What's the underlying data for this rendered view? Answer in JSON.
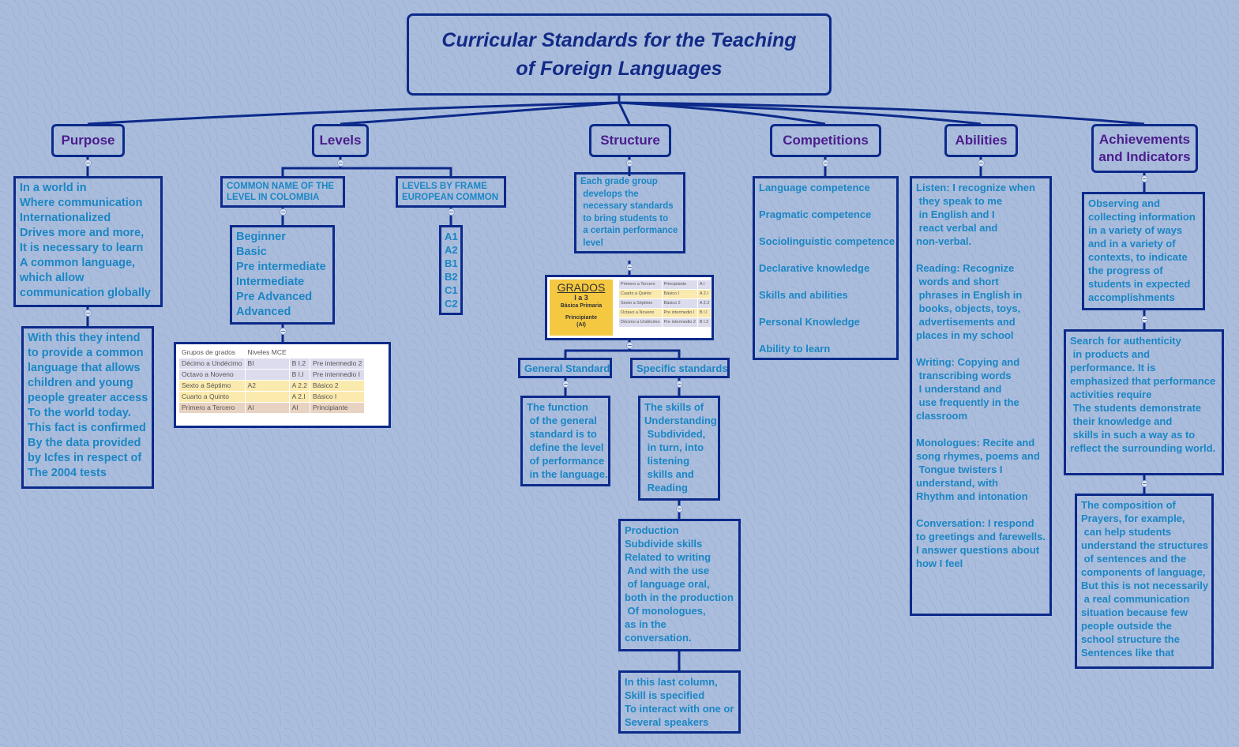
{
  "title": "Curricular Standards for the Teaching\nof Foreign Languages",
  "colors": {
    "border": "#0c2a8a",
    "heading": "#4b1d8c",
    "text": "#1a86c4",
    "background": "#a9bcdc"
  },
  "purpose": {
    "label": "Purpose",
    "text1": "In a world in\nWhere communication\nInternationalized\nDrives more and more,\nIt is necessary to learn\nA common language,\nwhich allow\ncommunication globally",
    "text2": "With this they intend\nto provide a common\nlanguage that allows\nchildren and young\npeople greater access\nTo the world today.\nThis fact is confirmed\nBy the data provided\nby Icfes in respect of\nThe 2004 tests"
  },
  "levels": {
    "label": "Levels",
    "common_name": "COMMON NAME OF THE\nLEVEL IN COLOMBIA",
    "frame": "LEVELS BY FRAME\nEUROPEAN COMMON",
    "colombia_levels": "Beginner\nBasic\nPre intermediate\nIntermediate\nPre Advanced\nAdvanced",
    "european_levels": "A1\nA2\nB1\nB2\nC1\nC2",
    "table": {
      "header": [
        "Grupos de grados",
        "Niveles MCE"
      ],
      "rows": [
        {
          "grade": "Décimo a Undécimo",
          "mce": "BI",
          "sub": "B I.2",
          "name": "Pre intermedio 2"
        },
        {
          "grade": "Octavo a Noveno",
          "mce": "",
          "sub": "B I.I",
          "name": "Pre intermedio I"
        },
        {
          "grade": "Sexto a Séptimo",
          "mce": "A2",
          "sub": "A 2.2",
          "name": "Básico 2"
        },
        {
          "grade": "Cuarto a Quinto",
          "mce": "",
          "sub": "A 2.I",
          "name": "Básico I"
        },
        {
          "grade": "Primero a Tercero",
          "mce": "AI",
          "sub": "AI",
          "name": "Principiante"
        }
      ]
    }
  },
  "structure": {
    "label": "Structure",
    "text": "Each grade group\n develops the\n necessary standards\n to bring students to\n a certain performance\n level",
    "grados": {
      "title": "GRADOS",
      "range": "I a 3",
      "cycle": "Básica Primaria",
      "level": "Principiante\n(AI)",
      "rows": [
        [
          "Primero a Tercero",
          "Principiante",
          "A I"
        ],
        [
          "Cuarto a Quinto",
          "Básico I",
          "A 2.I"
        ],
        [
          "Sexto a Séptimo",
          "Básico 2",
          "A 2.2"
        ],
        [
          "Octavo a Noveno",
          "Pre intermedio I",
          "B I.I"
        ],
        [
          "Décimo a Undécimo",
          "Pre intermedio 2",
          "B I.2"
        ]
      ]
    },
    "general_label": "General Standard",
    "specific_label": "Specific standards",
    "general_text": "The function\n of the general\n standard is to\n define the level\n of performance\n in the language.",
    "skills_text": "The skills of\nUnderstanding\n Subdivided,\n in turn, into\n listening\n skills and\n Reading",
    "production_text": "Production\nSubdivide skills\nRelated to writing\n And with the use\n of language oral,\nboth in the production\n Of monologues,\nas in the\nconversation.",
    "last_text": "In this last column,\nSkill is specified\nTo interact with one or\nSeveral speakers"
  },
  "competitions": {
    "label": "Competitions",
    "text": "Language competence\n\nPragmatic competence\n\nSociolinguistic competence\n\nDeclarative knowledge\n\nSkills and abilities\n\nPersonal Knowledge\n\nAbility to learn"
  },
  "abilities": {
    "label": "Abilities",
    "text": "Listen: I recognize when\n they speak to me\n in English and I\n react verbal and\nnon-verbal.\n\nReading: Recognize\n words and short\n phrases in English in\n books, objects, toys,\n advertisements and\nplaces in my school\n\nWriting: Copying and\n transcribing words\n I understand and\n use frequently in the\nclassroom\n\nMonologues: Recite and\nsong rhymes, poems and\n Tongue twisters I\nunderstand, with\nRhythm and intonation\n\nConversation: I respond\nto greetings and farewells.\nI answer questions about\nhow I feel"
  },
  "achievements": {
    "label": "Achievements\nand Indicators",
    "text1": "Observing and\ncollecting information\nin a variety of ways\nand in a variety of\ncontexts, to indicate\nthe progress of\nstudents in expected\naccomplishments",
    "text2": "Search for authenticity\n in products and\nperformance. It is\nemphasized that performance\nactivities require\n The students demonstrate\n their knowledge and\n skills in such a way as to\nreflect the surrounding world.",
    "text3": "The composition of\nPrayers, for example,\n can help students\nunderstand the structures\n of sentences and the\ncomponents of language,\nBut this is not necessarily\n a real communication\nsituation because few\npeople outside the\nschool structure the\nSentences like that"
  }
}
